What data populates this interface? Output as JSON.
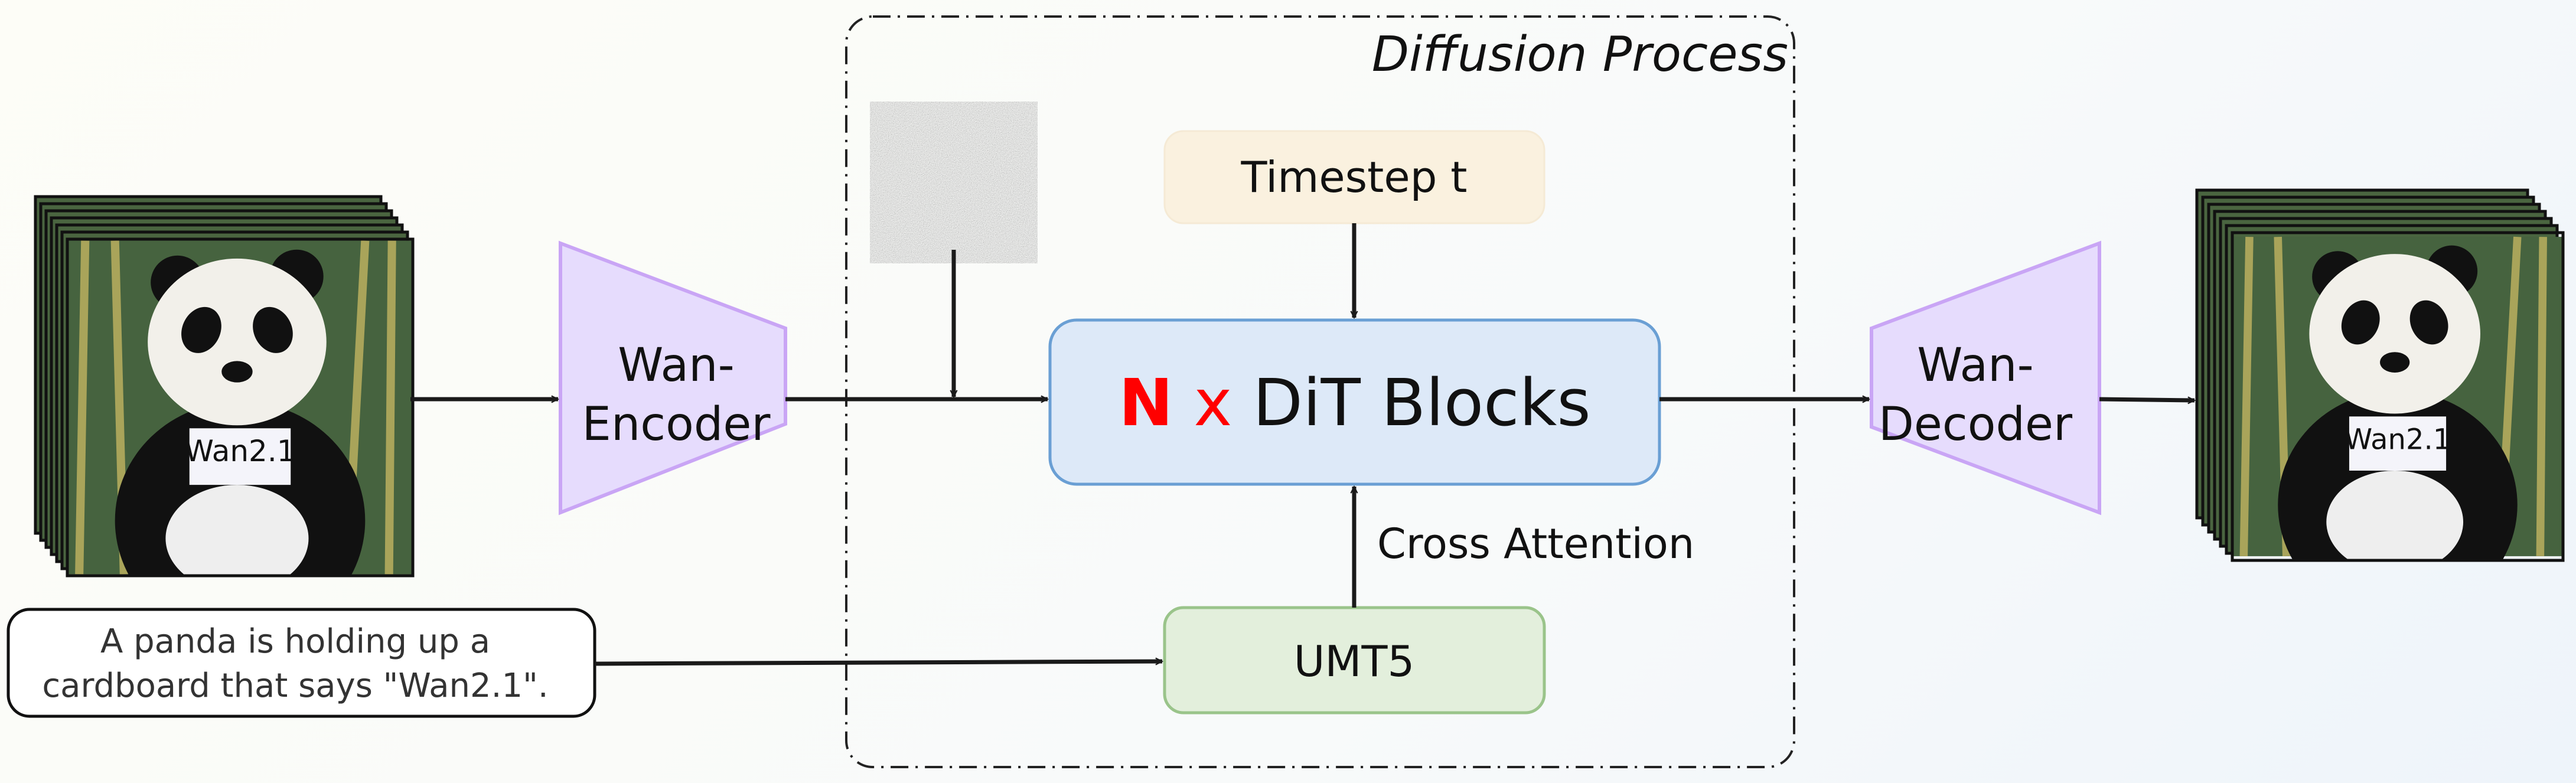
{
  "diffusion": {
    "title": "Diffusion Process"
  },
  "timestep": {
    "label": "Timestep t"
  },
  "dit": {
    "multiplier": "N",
    "times": "x",
    "label": "DiT Blocks"
  },
  "cross_attention": {
    "label": "Cross Attention"
  },
  "umt5": {
    "label": "UMT5"
  },
  "encoder": {
    "line1": "Wan-",
    "line2": "Encoder"
  },
  "decoder": {
    "line1": "Wan-",
    "line2": "Decoder"
  },
  "prompt": {
    "line1": "A panda is holding up a",
    "line2": "cardboard that says \"Wan2.1\"."
  },
  "frames": {
    "sign_text": "Wan2.1"
  },
  "colors": {
    "timestep_fill": "#faf1df",
    "dit_fill": "#dde9f8",
    "dit_stroke": "#6a9fd4",
    "umt5_fill": "#e3efdc",
    "umt5_stroke": "#9ac48a",
    "codec_fill": "#e6dcfd",
    "codec_stroke": "#c9a5f5",
    "accent_red": "#ff0000"
  }
}
